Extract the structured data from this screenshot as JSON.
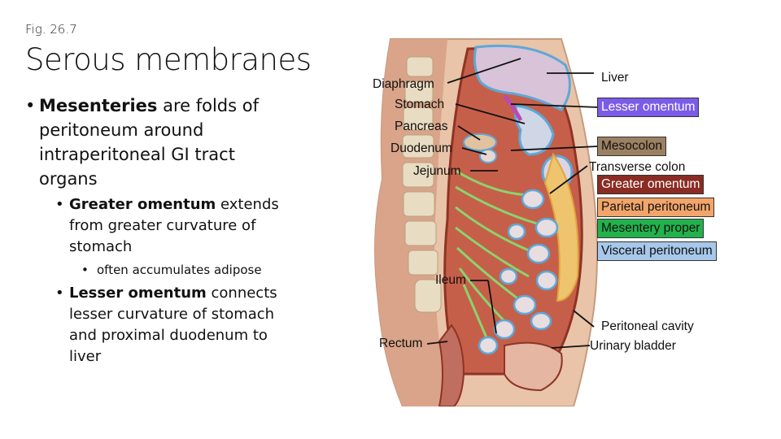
{
  "fig_label": "Fig. 26.7",
  "title": "Serous membranes",
  "bullets": {
    "b1_bold": "Mesenteries",
    "b1_rest": " are folds of peritoneum around intraperitoneal GI tract organs",
    "b2_bold": "Greater omentum",
    "b2_rest": " extends from greater curvature of stomach",
    "b3": "often accumulates adipose",
    "b4_bold": "Lesser omentum",
    "b4_rest": " connects lesser curvature of stomach and proximal duodenum to liver"
  },
  "diagram": {
    "left_labels": {
      "diaphragm": "Diaphragm",
      "stomach": "Stomach",
      "pancreas": "Pancreas",
      "duodenum": "Duodenum",
      "jejunum": "Jejunum",
      "ileum": "Ileum",
      "rectum": "Rectum"
    },
    "right_labels": {
      "liver": "Liver",
      "lesser_omentum": "Lesser omentum",
      "mesocolon": "Mesocolon",
      "transverse_colon": "Transverse colon",
      "greater_omentum": "Greater omentum",
      "parietal_peritoneum": "Parietal peritoneum",
      "mesentery_proper": "Mesentery proper",
      "visceral_peritoneum": "Visceral peritoneum",
      "peritoneal_cavity": "Peritoneal cavity",
      "urinary_bladder": "Urinary bladder"
    },
    "box_colors": {
      "lesser_omentum": "#7b5ce8",
      "mesocolon": "#9c8062",
      "greater_omentum": "#8a2c23",
      "parietal_peritoneum": "#f2a56b",
      "mesentery_proper": "#22b24c",
      "visceral_peritoneum": "#a7c8ea"
    }
  }
}
